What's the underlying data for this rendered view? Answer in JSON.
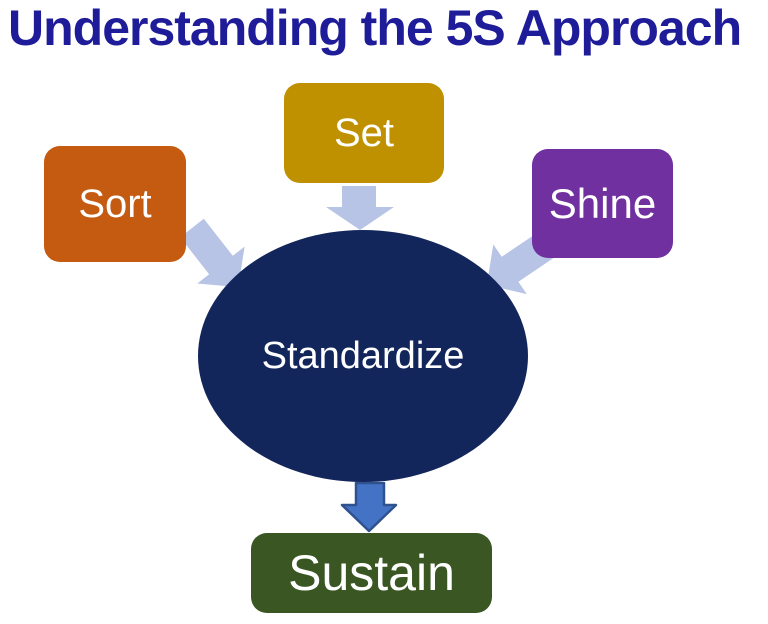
{
  "title": "Understanding the 5S Approach",
  "colors": {
    "background": "#FFFFFF",
    "title_text": "#1F1C99",
    "node_text": "#FFFFFF"
  },
  "diagram": {
    "nodes": [
      {
        "id": "sort",
        "label": "Sort",
        "shape": "rounded-rectangle",
        "color": "#C55A11"
      },
      {
        "id": "set",
        "label": "Set",
        "shape": "rounded-rectangle",
        "color": "#BF9000"
      },
      {
        "id": "shine",
        "label": "Shine",
        "shape": "rounded-rectangle",
        "color": "#7030A0"
      },
      {
        "id": "standardize",
        "label": "Standardize",
        "shape": "ellipse",
        "color": "#13265C"
      },
      {
        "id": "sustain",
        "label": "Sustain",
        "shape": "rounded-rectangle",
        "color": "#3A5623"
      }
    ],
    "arrows": [
      {
        "from": "sort",
        "to": "standardize",
        "color": "#B8C4E6"
      },
      {
        "from": "set",
        "to": "standardize",
        "color": "#B8C4E6"
      },
      {
        "from": "shine",
        "to": "standardize",
        "color": "#B8C4E6"
      },
      {
        "from": "standardize",
        "to": "sustain",
        "color": "#4472C4",
        "outline": "#2F528F"
      }
    ]
  }
}
